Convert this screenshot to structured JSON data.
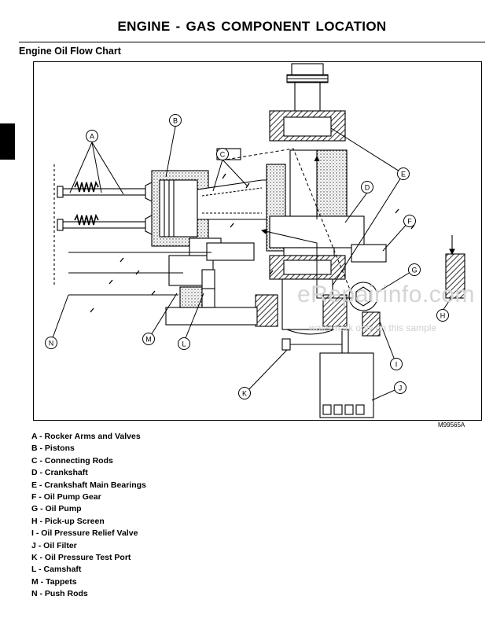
{
  "page": {
    "title": "ENGINE - GAS   COMPONENT LOCATION",
    "section_title": "Engine Oil Flow Chart",
    "figure_id": "M99565A"
  },
  "watermark": {
    "main": "eRepairinfo.com",
    "sub": "watermark only on this sample"
  },
  "callouts": {
    "a": "A",
    "b": "B",
    "c": "C",
    "d": "D",
    "e": "E",
    "f": "F",
    "g": "G",
    "h": "H",
    "i": "I",
    "j": "J",
    "k": "K",
    "l": "L",
    "m": "M",
    "n": "N"
  },
  "legend": [
    "A - Rocker Arms and Valves",
    "B - Pistons",
    "C - Connecting Rods",
    "D - Crankshaft",
    "E - Crankshaft Main Bearings",
    "F - Oil Pump Gear",
    "G - Oil Pump",
    "H - Pick-up Screen",
    "I  - Oil Pressure Relief Valve",
    "J - Oil Filter",
    "K - Oil Pressure Test Port",
    "L - Camshaft",
    "M - Tappets",
    "N - Push Rods"
  ]
}
